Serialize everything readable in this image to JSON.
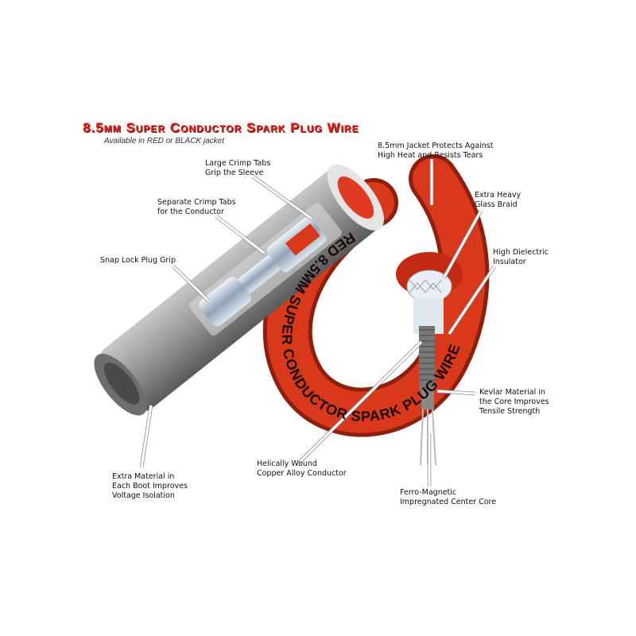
{
  "title": "8.5mm Super Conductor Spark Plug Wire",
  "subtitle": "Available in RED or BLACK jacket",
  "wire_print": "RED 8.5MM SUPER CONDUCTOR SPARK PLUG WIRE",
  "colors": {
    "jacket": "#d9381a",
    "title": "#e0231b",
    "boot": "#8a8a8a"
  },
  "callouts": {
    "jacket": [
      "8.5mm Jacket Protects Against",
      "High Heat and Resists Tears"
    ],
    "large_crimp": [
      "Large Crimp Tabs",
      "Grip the Sleeve"
    ],
    "separate_crimp": [
      "Separate Crimp Tabs",
      "for the Conductor"
    ],
    "snap_lock": [
      "Snap Lock Plug Grip"
    ],
    "glass_braid": [
      "Extra Heavy",
      "Glass Braid"
    ],
    "dielectric": [
      "High Dielectric",
      "Insulator"
    ],
    "kevlar": [
      "Kevlar Material in",
      "the Core Improves",
      "Tensile Strength"
    ],
    "helical": [
      "Helically Wound",
      "Copper Alloy Conductor"
    ],
    "boot_material": [
      "Extra Material in",
      "Each Boot Improves",
      "Voltage Isolation"
    ],
    "ferro": [
      "Ferro-Magnetic",
      "Impregnated Center Core"
    ]
  }
}
